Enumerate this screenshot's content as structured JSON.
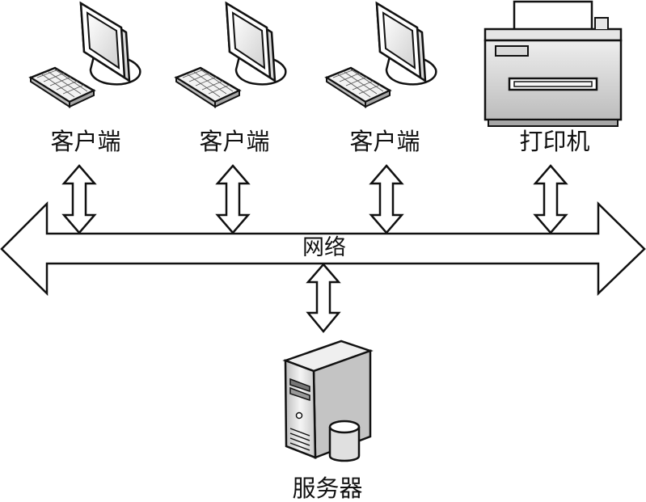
{
  "nodes": {
    "client_1": {
      "label": "客户端",
      "icon": "desktop-computer-icon"
    },
    "client_2": {
      "label": "客户端",
      "icon": "desktop-computer-icon"
    },
    "client_3": {
      "label": "客户端",
      "icon": "desktop-computer-icon"
    },
    "printer": {
      "label": "打印机",
      "icon": "printer-icon"
    },
    "server": {
      "label": "服务器",
      "icon": "server-tower-icon"
    }
  },
  "network": {
    "label": "网络"
  },
  "colors": {
    "stroke": "#111111",
    "fill": "#ffffff",
    "device_light": "#f2f2f2",
    "device_mid": "#d9d9d9",
    "device_dark": "#a6a6a6"
  }
}
